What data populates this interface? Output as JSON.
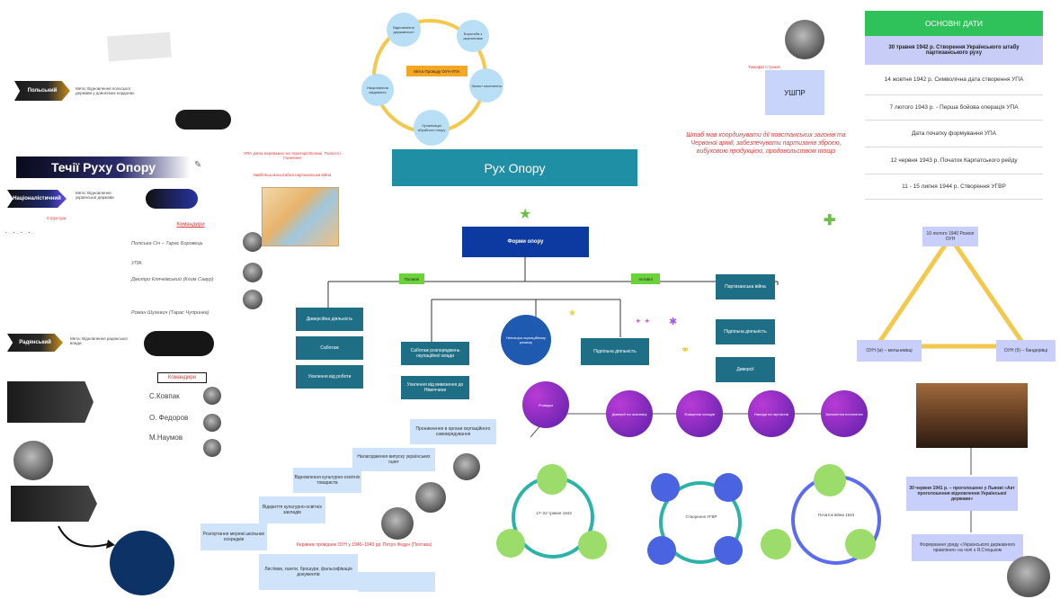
{
  "main_title": "Рух Опору",
  "left": {
    "currents_title": "Течії Руху Опору",
    "currents": [
      {
        "label": "Польський",
        "desc": "Мета: Відновлення польської держави у довоєнних кордонах"
      },
      {
        "label": "Націоналістичний",
        "desc": "Мета: Відновлення української держави"
      },
      {
        "label": "Радянський",
        "desc": "Мета: Відновлення радянської влади"
      }
    ],
    "leaders_label": "Командири",
    "leaders": [
      "Поліська Січ – Тарас Боровець",
      "УПА:",
      "Дмитро Клячківський (Клим Савур)",
      "Роман Шухевич (Тарас Чупринка)"
    ],
    "soviet_leaders": [
      "С.Ковпак",
      "О. Федоров",
      "М.Наумов"
    ],
    "map_caption_1": "УПА діяла переважно на території Волині, Полісся і Галичини",
    "map_caption_2": "Найбільш масштабна партизанська війна"
  },
  "center": {
    "ring_center": "Мета Проводу ОУН-УПА",
    "ring_nodes": [
      "Відновлення державності",
      "Боротьба з окупантами",
      "Захист населення",
      "Організація збройного опору",
      "Національна свідомість"
    ],
    "forms_title": "Форми опору",
    "passive": "Пасивні",
    "active": "Активні",
    "passive_items": [
      "Диверсійна діяльність",
      "Саботаж",
      "Ухилення від роботи"
    ],
    "active_items": [
      "Партизанська війна",
      "Підпільна діяльність",
      "Диверсії"
    ],
    "mid_items": [
      "Саботаж розпоряджень окупаційної влади",
      "Ухилення від вивезення до Німеччини"
    ],
    "circle_center": "Непокора окупаційному режиму",
    "underground_label": "Підпільна діяльність",
    "purple_items": [
      "Розвідка",
      "Диверсії на залізниці",
      "Знищення складів",
      "Напади на гарнізони",
      "Звільнення полонених"
    ],
    "stair_items": [
      "Проникнення в органи окупаційного самоврядування",
      "Налагодження випуску українських газет",
      "Відновлення культурно-освітніх товариств",
      "Відкриття культурно-освітніх закладів",
      "Розгортання мережі шкільних осередків"
    ],
    "bottom_note": "Листівки, газети, брошури, фальсифікація документів",
    "bottom_caption": "Керівник провідник ОУН у 1940–1943 рр. Петро Федун (Полтава)",
    "green_ring_caption": "17–22 травня 1943",
    "blue_ring_caption": "Створення УГВР",
    "violet_ring_caption": "Початок війни 1943"
  },
  "right": {
    "quote": "Штаб мав координувати дії повстанських загонів та Червоної армії, забезпечувати партизанів зброєю, вибуховою продукцією, продовольством тощо",
    "ushpr": "УШПР",
    "ushpr_caption": "Тимофій Строкач",
    "dates_header": "ОСНОВНІ ДАТИ",
    "dates": [
      "30 травня 1942 р. Створення Українського штабу партизанського руху",
      "14 жовтня 1942 р. Символічна дата створення УПА",
      "7 лютого 1943 р. - Перша бойова операція УПА",
      "Дата початку формування УПА",
      "12 червня 1943 р. Початок Карпатського рейду",
      "11 - 15 липня 1944 р. Створення УГВР"
    ],
    "triangle_top": "10 лютого 1940 Розкол ОУН",
    "triangle_left": "ОУН (м) – мельниківці",
    "triangle_right": "ОУН (б) – бандерівці",
    "act_box": "30 червня 1941 р. – проголошено у Львові «Акт проголошення відновлення Української держави»",
    "formation_box": "Формування уряду «Українського державного правління» на чолі з Я.Стецьком"
  },
  "colors": {
    "teal": "#1f8fa6",
    "navy": "#0d3aa0",
    "green_header": "#2fc15a",
    "purple": "#7b2bb8",
    "yellow": "#f2c94c"
  }
}
